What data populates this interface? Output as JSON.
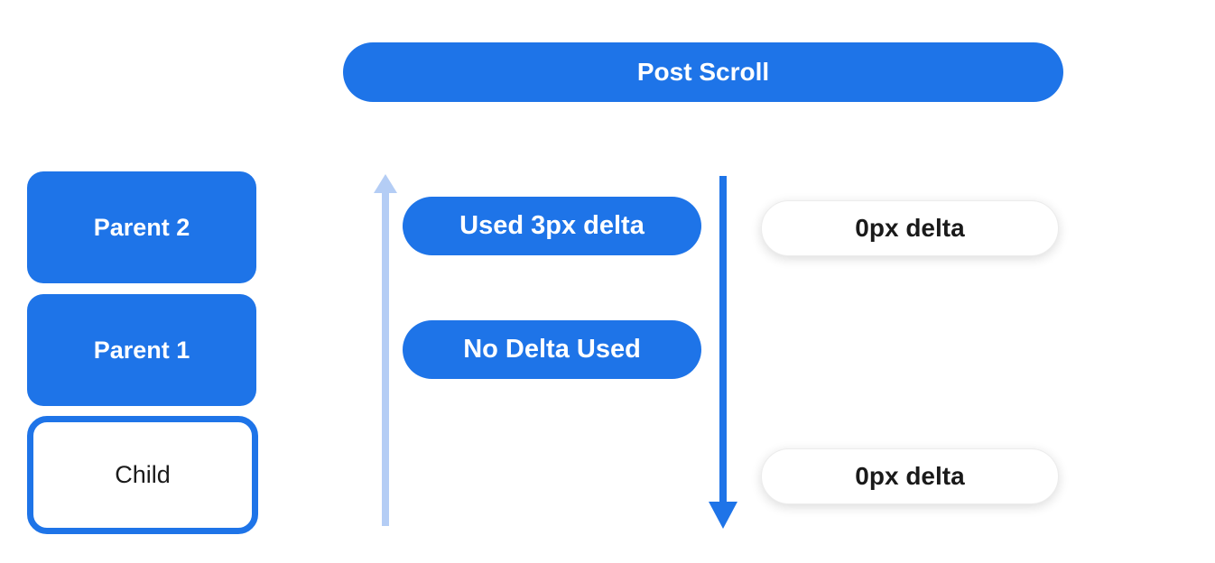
{
  "header": {
    "label": "Post Scroll"
  },
  "colors": {
    "primary_blue": "#1E74E8",
    "light_blue": "#B4CDF5",
    "pill_text_light": "#FFFFFF",
    "pill_text_dark": "#1A1A1A",
    "white_pill_border": "#ECECEC"
  },
  "left_column": {
    "boxes": [
      {
        "label": "Parent 2",
        "variant": "filled"
      },
      {
        "label": "Parent 1",
        "variant": "filled"
      },
      {
        "label": "Child",
        "variant": "outlined"
      }
    ]
  },
  "middle_column": {
    "up_arrow_icon": "arrow-up",
    "pills": [
      {
        "label": "Used 3px delta"
      },
      {
        "label": "No Delta Used"
      }
    ]
  },
  "right_column": {
    "down_arrow_icon": "arrow-down",
    "pills": [
      {
        "label": "0px delta"
      },
      {
        "label": "0px delta"
      }
    ]
  }
}
